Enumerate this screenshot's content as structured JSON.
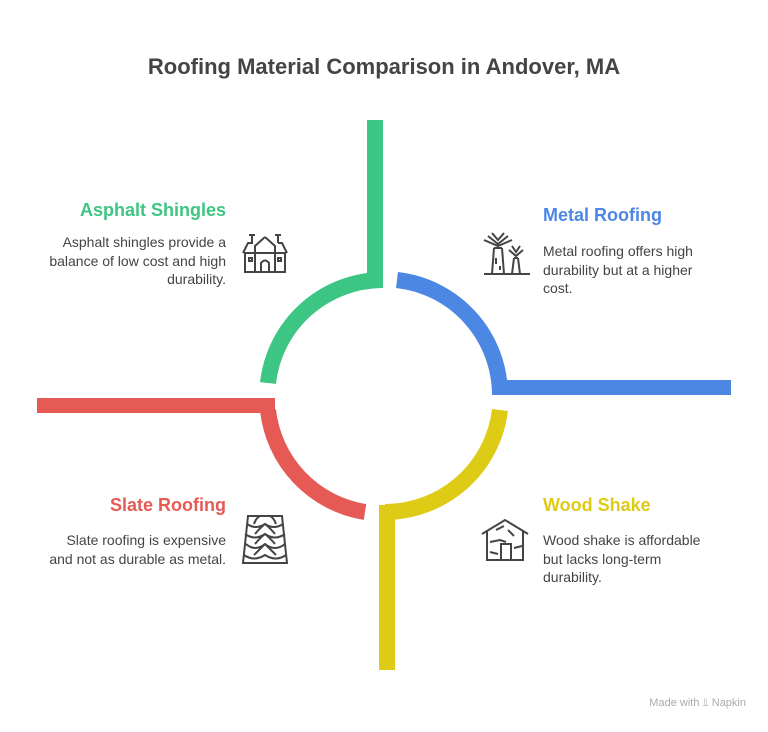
{
  "title": "Roofing Material Comparison in Andover, MA",
  "colors": {
    "green": "#3DC583",
    "blue": "#4C87E4",
    "yellow": "#DECB16",
    "red": "#E65A55",
    "text": "#444444"
  },
  "items": [
    {
      "title": "Asphalt Shingles",
      "description": "Asphalt shingles provide a balance of low cost and high durability.",
      "icon": "house-icon"
    },
    {
      "title": "Metal Roofing",
      "description": "Metal roofing offers high durability but at a higher cost.",
      "icon": "trees-icon"
    },
    {
      "title": "Slate Roofing",
      "description": "Slate roofing is expensive and not as durable as metal.",
      "icon": "slate-tiles-icon"
    },
    {
      "title": "Wood Shake",
      "description": "Wood shake is affordable but lacks long-term durability.",
      "icon": "wood-house-icon"
    }
  ],
  "footer": {
    "label": "Made with",
    "brand": "Napkin"
  }
}
